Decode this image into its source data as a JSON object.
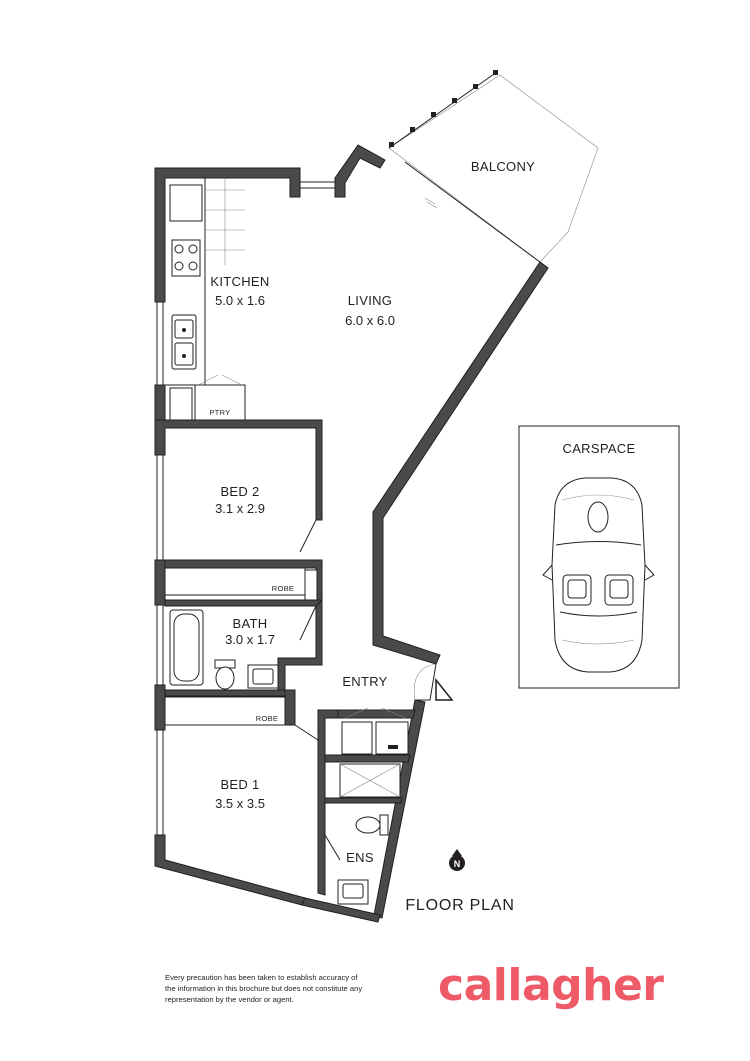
{
  "rooms": {
    "balcony": {
      "label": "BALCONY"
    },
    "kitchen": {
      "label": "KITCHEN",
      "dims": "5.0 x 1.6"
    },
    "living": {
      "label": "LIVING",
      "dims": "6.0 x 6.0"
    },
    "pantry": {
      "label": "PTRY"
    },
    "bed2": {
      "label": "BED 2",
      "dims": "3.1 x 2.9"
    },
    "robe_bed2": {
      "label": "ROBE"
    },
    "bath": {
      "label": "BATH",
      "dims": "3.0 x 1.7"
    },
    "entry": {
      "label": "ENTRY"
    },
    "robe_bed1": {
      "label": "ROBE"
    },
    "bed1": {
      "label": "BED 1",
      "dims": "3.5 x 3.5"
    },
    "ensuite": {
      "label": "ENS"
    }
  },
  "carspace": {
    "label": "CARSPACE"
  },
  "compass": {
    "letter": "N"
  },
  "plan_title": "FLOOR PLAN",
  "footer": {
    "disclaimer_lines": [
      "Every precaution has been taken to establish accuracy of",
      "the information in this brochure but does not constitute any",
      "representation by the vendor or agent."
    ],
    "brand": "callagher"
  },
  "colors": {
    "brand": "#ef5a67",
    "wall": "#4a4a4a",
    "ink": "#231f20"
  }
}
